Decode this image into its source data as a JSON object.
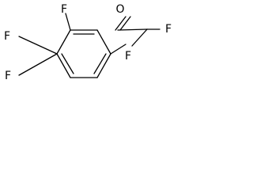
{
  "molecule": {
    "atoms": {
      "oxygen": "O",
      "fluorine_top": "F",
      "fluorine_left": "F",
      "fluorine_bottom_left": "F",
      "fluorine_chf2_right": "F",
      "fluorine_chf2_bottom": "F"
    }
  }
}
